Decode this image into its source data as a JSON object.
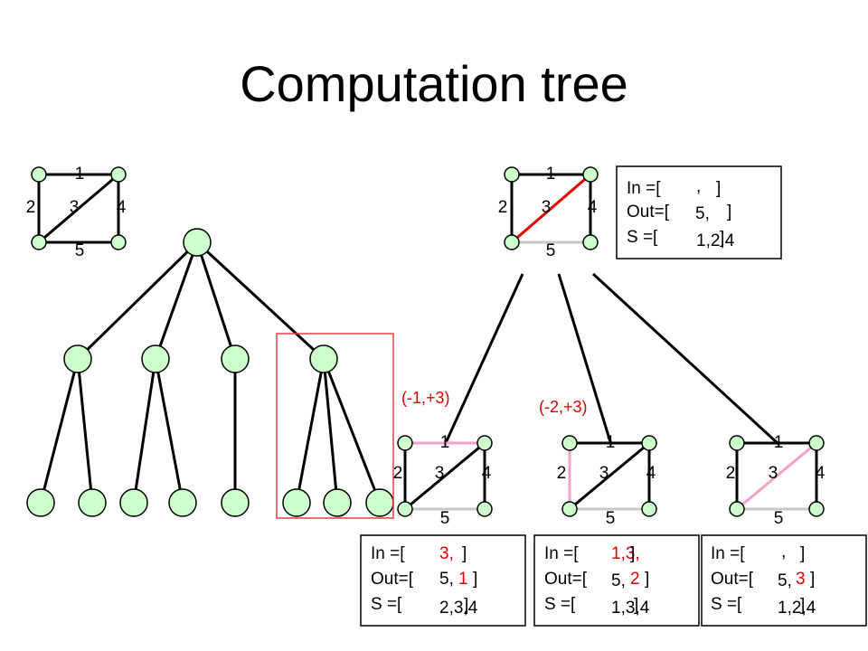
{
  "title": "Computation tree",
  "colors": {
    "node_fill": "#ccffcc",
    "edge": "#000000",
    "highlight_red": "#e00000",
    "highlight_pink": "#f4a0c8",
    "removed_gray": "#c8c8c8",
    "frame_red": "#e04040"
  },
  "graph_labels": {
    "n1": "1",
    "n2": "2",
    "n3": "3",
    "n4": "4",
    "n5": "5"
  },
  "edge_labels": {
    "first": "(-1,+3)",
    "second": "(-2,+3)"
  },
  "state_boxes": {
    "top": {
      "in_label": "In =[",
      "in_val": ",",
      "in_val_color": "black",
      "in_close": "]",
      "out_label": "Out=[",
      "out_val_a": "5,",
      "out_val_b": "",
      "out_close": "]",
      "s_label": "S  =[",
      "s_val": "1,2,4",
      "s_close": "]"
    },
    "b1": {
      "in_label": "In =[",
      "in_val": "3,",
      "in_val_color": "red",
      "in_close": "]",
      "out_label": "Out=[",
      "out_val_a": "5,",
      "out_val_b": "1",
      "out_close": "]",
      "s_label": "S  =[",
      "s_val": "2,3,4",
      "s_close": "]"
    },
    "b2": {
      "in_label": "In =[",
      "in_val": "1,3,",
      "in_val_color": "red",
      "in_close": "]",
      "out_label": "Out=[",
      "out_val_a": "5,",
      "out_val_b": "2",
      "out_close": "]",
      "s_label": "S  =[",
      "s_val": "1,3,4",
      "s_close": "]"
    },
    "b3": {
      "in_label": "In =[",
      "in_val": ",",
      "in_val_color": "black",
      "in_close": "]",
      "out_label": "Out=[",
      "out_val_a": "5,",
      "out_val_b": "3",
      "out_close": "]",
      "s_label": "S  =[",
      "s_val": "1,2,4",
      "s_close": "]"
    }
  }
}
